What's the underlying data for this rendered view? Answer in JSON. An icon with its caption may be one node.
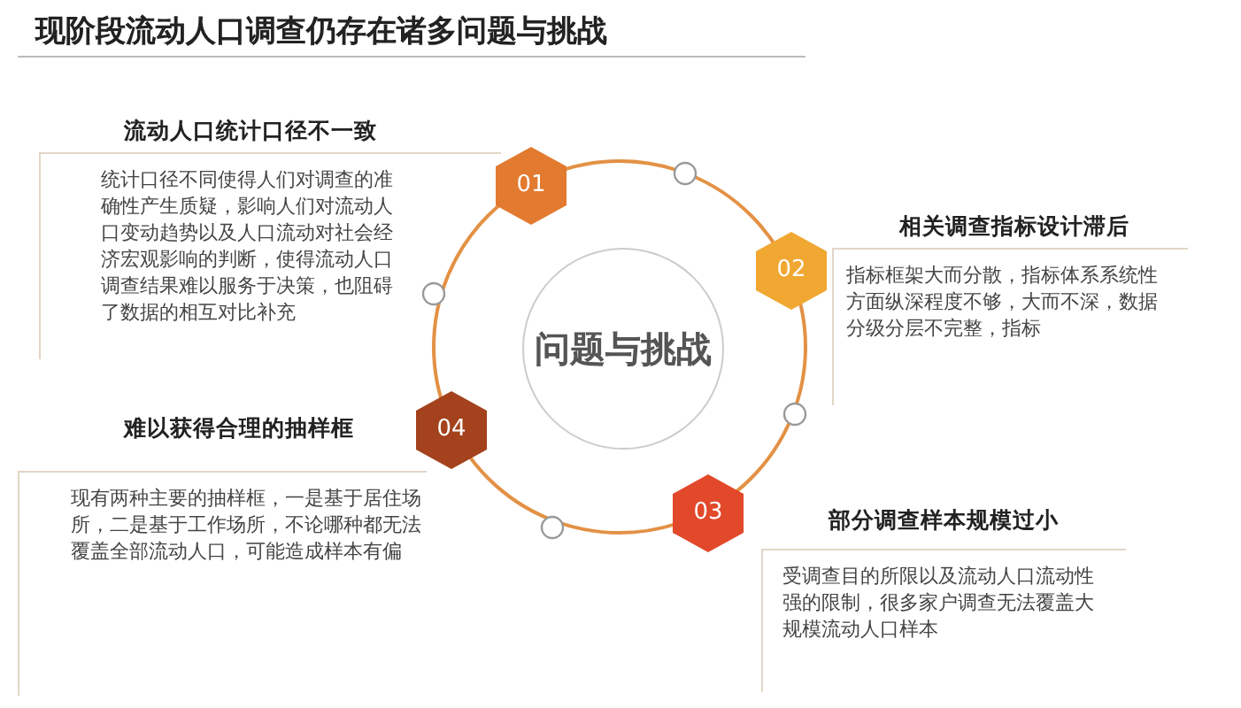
{
  "diagram": {
    "title": "现阶段流动人口调查仍存在诸多问题与挑战",
    "nodes": [
      {
        "text": [
          "问题与挑战"
        ]
      },
      {
        "text": [
          "01"
        ]
      },
      {
        "text": [
          "流动人口统计口径不一致",
          "统计口径不同使得人们对调查的准确性产生质疑，影响人们对流动人口变动趋势以及人口流动对社会经济宏观影响的判断，使得流动人口调查结果难以服务于决策，也阻碍了数据的相互对比补充"
        ]
      },
      {
        "text": [
          "02"
        ]
      },
      {
        "text": [
          "相关调查指标设计滞后",
          "指标框架大而分散，指标体系系统性方面纵深程度不够，大而不深，数据分级分层不完整，指标"
        ]
      },
      {
        "text": [
          "03"
        ]
      },
      {
        "text": [
          "部分调查样本规模过小",
          "受调查目的所限以及流动人口流动性强的限制，很多家户调查无法覆盖大规模流动人口样本"
        ]
      },
      {
        "text": [
          "04"
        ]
      },
      {
        "text": [
          "难以获得合理的抽样框",
          "现有两种主要的抽样框，一是基于居住场所，二是基于工作场所，不论哪种都无法覆盖全部流动人口，可能造成样本有偏"
        ]
      }
    ]
  }
}
